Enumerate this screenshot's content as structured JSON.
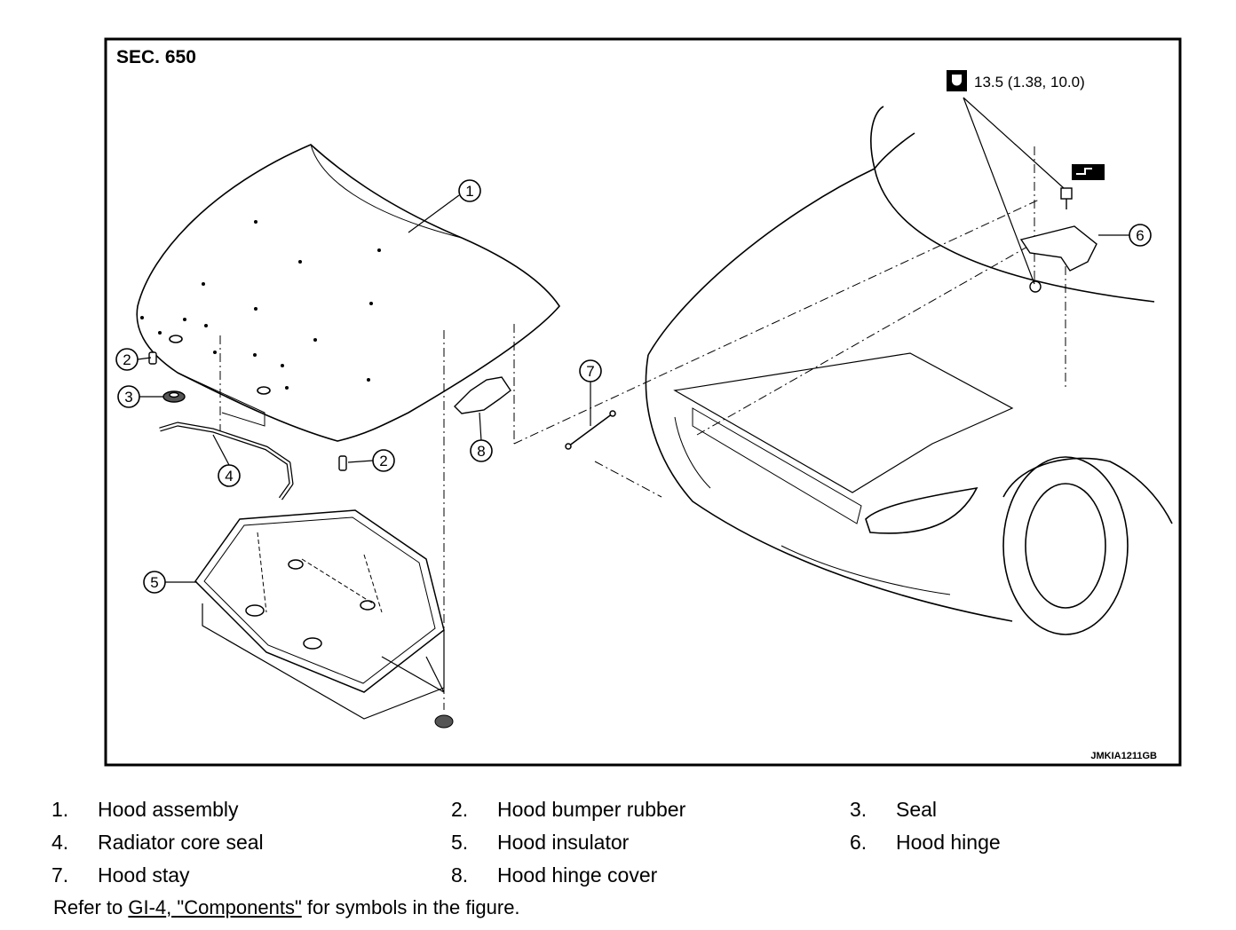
{
  "diagram": {
    "section_label": "SEC. 650",
    "torque_spec": "13.5 (1.38, 10.0)",
    "figure_id": "JMKIA1211GB",
    "callouts": [
      "1",
      "2",
      "2",
      "3",
      "4",
      "5",
      "6",
      "7",
      "8"
    ]
  },
  "legend": [
    {
      "num": "1.",
      "label": "Hood assembly"
    },
    {
      "num": "2.",
      "label": "Hood bumper rubber"
    },
    {
      "num": "3.",
      "label": "Seal"
    },
    {
      "num": "4.",
      "label": "Radiator core seal"
    },
    {
      "num": "5.",
      "label": "Hood insulator"
    },
    {
      "num": "6.",
      "label": "Hood hinge"
    },
    {
      "num": "7.",
      "label": "Hood stay"
    },
    {
      "num": "8.",
      "label": "Hood hinge cover"
    }
  ],
  "note": {
    "prefix": "Refer to ",
    "link_ref": "GI-4",
    "link_sep": ", ",
    "link_title": "\"Components\"",
    "suffix": " for symbols in the figure."
  }
}
